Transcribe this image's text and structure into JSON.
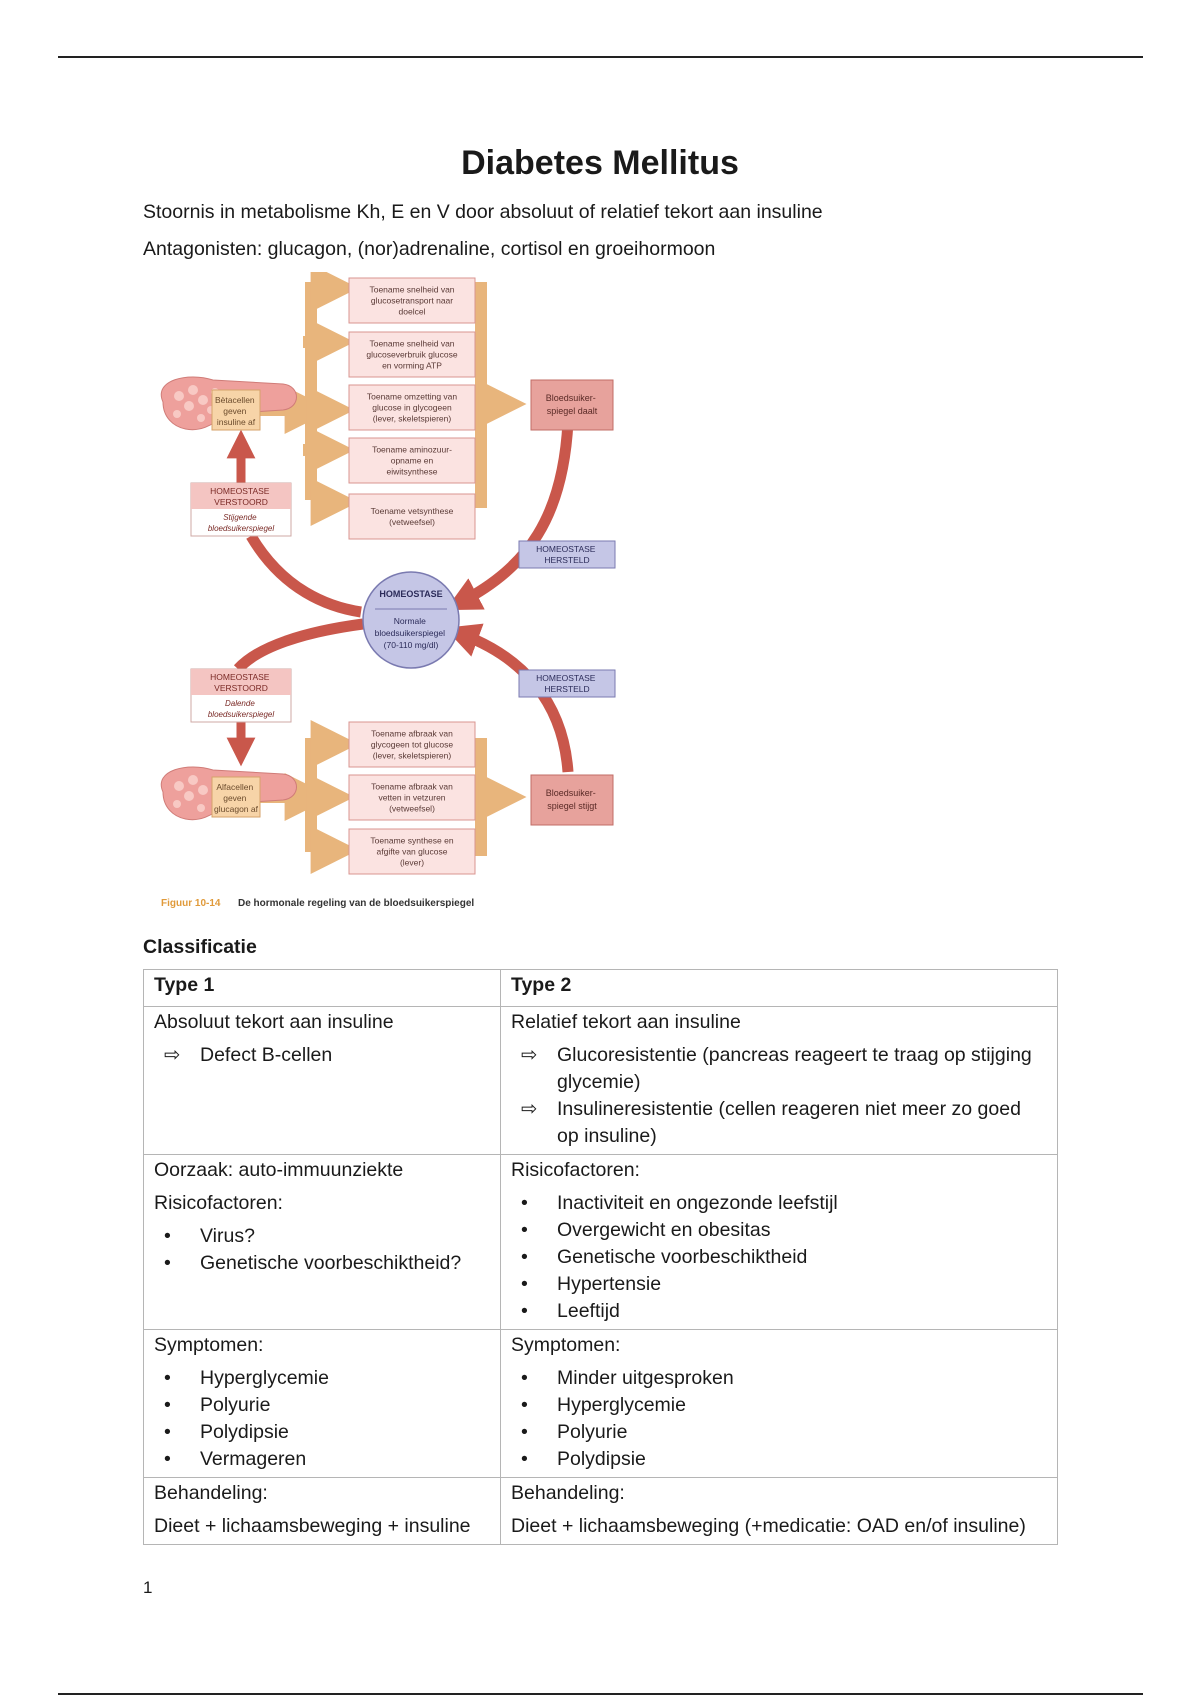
{
  "title": "Diabetes Mellitus",
  "intro": [
    "Stoornis in metabolisme Kh, E en V door absoluut of relatief tekort aan insuline",
    "Antagonisten: glucagon, (nor)adrenaline, cortisol en groeihormoon"
  ],
  "figure": {
    "top_effects": [
      [
        "Toename snelheid van",
        "glucosetransport naar",
        "doelcel"
      ],
      [
        "Toename snelheid van",
        "glucoseverbruik glucose",
        "en vorming ATP"
      ],
      [
        "Toename omzetting van",
        "glucose in glycogeen",
        "(lever, skeletspieren)"
      ],
      [
        "Toename aminozuur-",
        "opname en",
        "eiwitsynthese"
      ],
      [
        "Toename vetsynthese",
        "(vetweefsel)"
      ]
    ],
    "bottom_effects": [
      [
        "Toename afbraak van",
        "glycogeen tot glucose",
        "(lever, skeletspieren)"
      ],
      [
        "Toename afbraak van",
        "vetten in vetzuren",
        "(vetweefsel)"
      ],
      [
        "Toename synthese en",
        "afgifte van glucose",
        "(lever)"
      ]
    ],
    "beta_cells": [
      "Bètacellen",
      "geven",
      "insuline af"
    ],
    "alpha_cells": [
      "Alfacellen",
      "geven",
      "glucagon af"
    ],
    "sugar_drops": [
      "Bloedsuiker-",
      "spiegel daalt"
    ],
    "sugar_rises": [
      "Bloedsuiker-",
      "spiegel stijgt"
    ],
    "disturbed_top": {
      "title": [
        "HOMEOSTASE",
        "VERSTOORD"
      ],
      "sub": [
        "Stijgende",
        "bloedsuikerspiegel"
      ]
    },
    "disturbed_bottom": {
      "title": [
        "HOMEOSTASE",
        "VERSTOORD"
      ],
      "sub": [
        "Dalende",
        "bloedsuikerspiegel"
      ]
    },
    "restored": [
      "HOMEOSTASE",
      "HERSTELD"
    ],
    "homeostasis": {
      "title": "HOMEOSTASE",
      "sub": [
        "Normale",
        "bloedsuikerspiegel",
        "(70-110 mg/dl)"
      ]
    },
    "caption_label": "Figuur 10-14",
    "caption_text": "De hormonale regeling van de bloedsuikerspiegel",
    "colors": {
      "arrow": "#e8b57c",
      "loop": "#c9574b",
      "effect_fill": "#fbe3e1",
      "effect_stroke": "#d99590",
      "gland": "#eea09c",
      "restored_fill": "#c5c6e6",
      "restored_stroke": "#7a7ab0"
    }
  },
  "classification_heading": "Classificatie",
  "table": {
    "headers": [
      "Type 1",
      "Type 2"
    ],
    "row1": {
      "type1": {
        "text": "Absoluut tekort aan insuline",
        "items": [
          "Defect B-cellen"
        ]
      },
      "type2": {
        "text": "Relatief tekort aan insuline",
        "items": [
          "Glucoresistentie (pancreas reageert te traag op stijging glycemie)",
          "Insulineresistentie (cellen reageren niet meer zo goed op insuline)"
        ]
      }
    },
    "row2": {
      "type1": {
        "cause": "Oorzaak: auto-immuunziekte",
        "label": "Risicofactoren:",
        "items": [
          "Virus?",
          "Genetische voorbeschiktheid?"
        ]
      },
      "type2": {
        "label": "Risicofactoren:",
        "items": [
          "Inactiviteit en ongezonde leefstijl",
          "Overgewicht en obesitas",
          "Genetische voorbeschiktheid",
          "Hypertensie",
          "Leeftijd"
        ]
      }
    },
    "row3": {
      "type1": {
        "label": "Symptomen:",
        "items": [
          "Hyperglycemie",
          "Polyurie",
          "Polydipsie",
          "Vermageren"
        ]
      },
      "type2": {
        "label": "Symptomen:",
        "items": [
          "Minder uitgesproken",
          "Hyperglycemie",
          "Polyurie",
          "Polydipsie"
        ]
      }
    },
    "row4": {
      "type1": {
        "label": "Behandeling:",
        "text": "Dieet + lichaamsbeweging + insuline"
      },
      "type2": {
        "label": "Behandeling:",
        "text": "Dieet + lichaamsbeweging (+medicatie: OAD en/of insuline)"
      }
    }
  },
  "page_number": "1"
}
